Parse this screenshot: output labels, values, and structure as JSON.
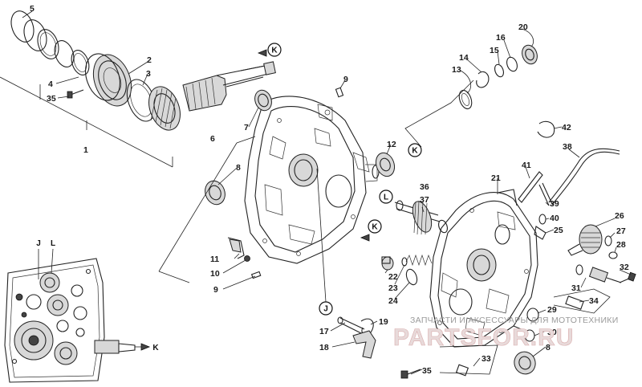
{
  "callouts": [
    {
      "id": "c5",
      "text": "5"
    },
    {
      "id": "c2",
      "text": "2"
    },
    {
      "id": "c3",
      "text": "3"
    },
    {
      "id": "c4",
      "text": "4"
    },
    {
      "id": "c35a",
      "text": "35"
    },
    {
      "id": "c1",
      "text": "1"
    },
    {
      "id": "c9a",
      "text": "9"
    },
    {
      "id": "c7",
      "text": "7"
    },
    {
      "id": "c6",
      "text": "6"
    },
    {
      "id": "c8a",
      "text": "8"
    },
    {
      "id": "c12",
      "text": "12"
    },
    {
      "id": "c20",
      "text": "20"
    },
    {
      "id": "c16",
      "text": "16"
    },
    {
      "id": "c14",
      "text": "14"
    },
    {
      "id": "c15",
      "text": "15"
    },
    {
      "id": "c13",
      "text": "13"
    },
    {
      "id": "c42",
      "text": "42"
    },
    {
      "id": "c38",
      "text": "38"
    },
    {
      "id": "c41",
      "text": "41"
    },
    {
      "id": "c21",
      "text": "21"
    },
    {
      "id": "c36",
      "text": "36"
    },
    {
      "id": "c37",
      "text": "37"
    },
    {
      "id": "c39",
      "text": "39"
    },
    {
      "id": "c40",
      "text": "40"
    },
    {
      "id": "c25",
      "text": "25"
    },
    {
      "id": "c26",
      "text": "26"
    },
    {
      "id": "c27",
      "text": "27"
    },
    {
      "id": "c28",
      "text": "28"
    },
    {
      "id": "c32",
      "text": "32"
    },
    {
      "id": "c31",
      "text": "31"
    },
    {
      "id": "c34",
      "text": "34"
    },
    {
      "id": "c29",
      "text": "29"
    },
    {
      "id": "c30",
      "text": "30"
    },
    {
      "id": "c8b",
      "text": "8"
    },
    {
      "id": "c33",
      "text": "33"
    },
    {
      "id": "c35b",
      "text": "35"
    },
    {
      "id": "c22",
      "text": "22"
    },
    {
      "id": "c23",
      "text": "23"
    },
    {
      "id": "c24",
      "text": "24"
    },
    {
      "id": "c11",
      "text": "11"
    },
    {
      "id": "c10",
      "text": "10"
    },
    {
      "id": "c9b",
      "text": "9"
    },
    {
      "id": "c17",
      "text": "17"
    },
    {
      "id": "c18",
      "text": "18"
    },
    {
      "id": "c19",
      "text": "19"
    }
  ],
  "refs": {
    "k_top": "K",
    "k_mid": "K",
    "k_low": "K",
    "k_inset": "K",
    "l_mid": "L",
    "l_inset": "L",
    "j_low": "J",
    "j_inset": "J"
  },
  "watermark": {
    "top_text": "ЗАПЧАСТИ И АКСЕССУАРЫ ДЛЯ МОТОТЕХНИКИ",
    "brand_text": "PARTSFOR.RU"
  }
}
